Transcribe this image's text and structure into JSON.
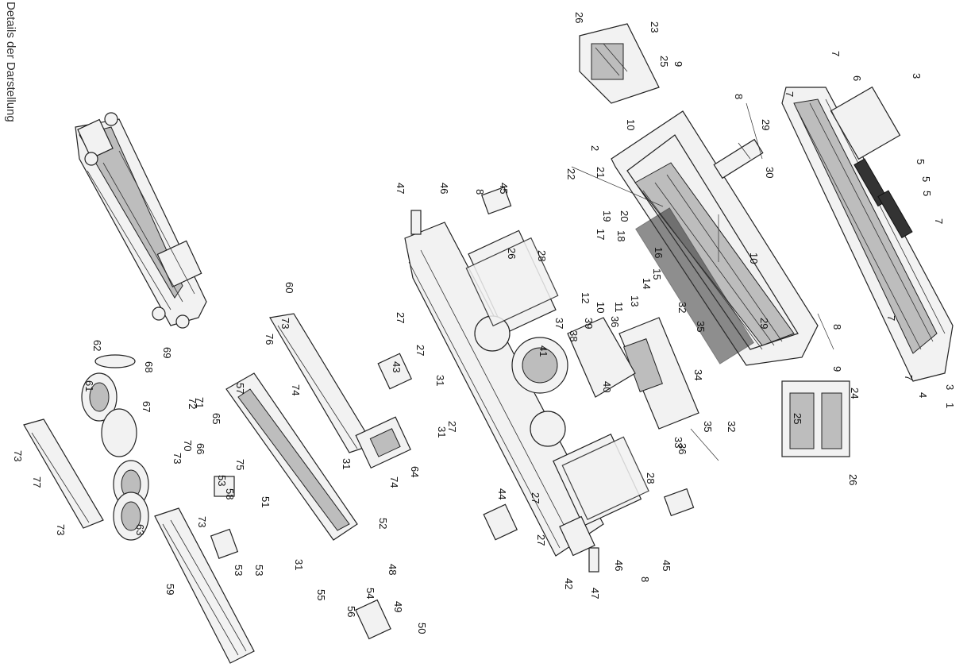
{
  "sidebar": {
    "title": "Details der Darstellung"
  },
  "callouts": [
    "1",
    "2",
    "3",
    "3",
    "4",
    "5",
    "5",
    "5",
    "6",
    "7",
    "7",
    "7",
    "7",
    "7",
    "8",
    "8",
    "8",
    "8",
    "9",
    "9",
    "10",
    "10",
    "10",
    "11",
    "12",
    "13",
    "14",
    "15",
    "16",
    "17",
    "18",
    "19",
    "20",
    "21",
    "22",
    "23",
    "24",
    "25",
    "25",
    "26",
    "26",
    "26",
    "27",
    "27",
    "27",
    "27",
    "27",
    "28",
    "28",
    "29",
    "29",
    "30",
    "31",
    "31",
    "31",
    "31",
    "32",
    "32",
    "33",
    "34",
    "35",
    "35",
    "36",
    "36",
    "37",
    "38",
    "39",
    "40",
    "41",
    "42",
    "43",
    "44",
    "45",
    "45",
    "46",
    "46",
    "47",
    "47",
    "48",
    "49",
    "50",
    "51",
    "52",
    "53",
    "53",
    "53",
    "54",
    "55",
    "56",
    "57",
    "58",
    "59",
    "60",
    "61",
    "62",
    "63",
    "64",
    "65",
    "66",
    "67",
    "68",
    "69",
    "70",
    "71",
    "72",
    "73",
    "73",
    "73",
    "73",
    "73",
    "74",
    "74",
    "75",
    "76",
    "77"
  ],
  "icons": [
    "exploded-locomotive-drawing"
  ]
}
